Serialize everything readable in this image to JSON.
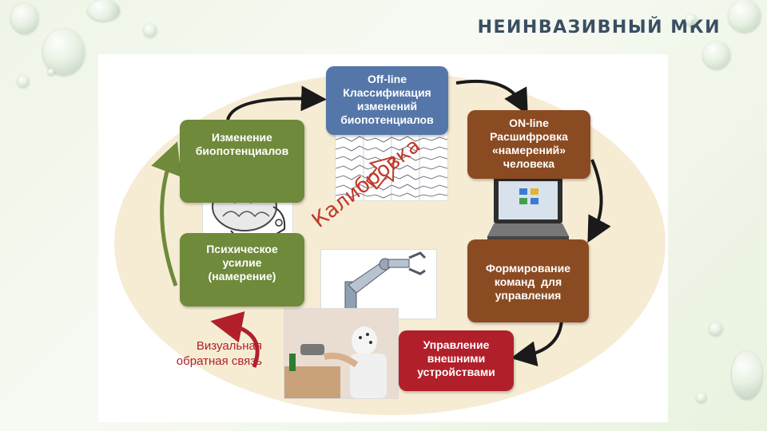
{
  "slide": {
    "title": "НЕИНВАЗИВНЫЙ МКИ"
  },
  "diagram": {
    "offline_box": [
      "Off-line",
      "Классификация",
      "изменений",
      "биопотенциалов"
    ],
    "online_box": [
      "ON-line",
      "Расшифровка",
      "«намерений»",
      "человека"
    ],
    "change_box": [
      "Изменение",
      "биопотенциалов"
    ],
    "effort_box": [
      "Психическое",
      "усилие",
      "(намерение)"
    ],
    "commands_box": [
      "Формирование",
      "команд  для",
      "управления"
    ],
    "control_box": [
      "Управление",
      "внешними",
      "устройствами"
    ],
    "calibration_label": "Калибровка",
    "feedback_label": [
      "Визуальная",
      "обратная связь"
    ]
  },
  "colors": {
    "green_box": "#6e8a3a",
    "blue_box": "#5576a8",
    "brown_box": "#8b4b22",
    "red_box": "#b1202a",
    "background_ellipse": "#f6ecd4",
    "title_color": "#3a4f63"
  },
  "icons": [
    "brain-sketch-icon",
    "eeg-signal-icon",
    "laptop-icon",
    "robot-arm-icon",
    "bci-user-photo-icon"
  ]
}
